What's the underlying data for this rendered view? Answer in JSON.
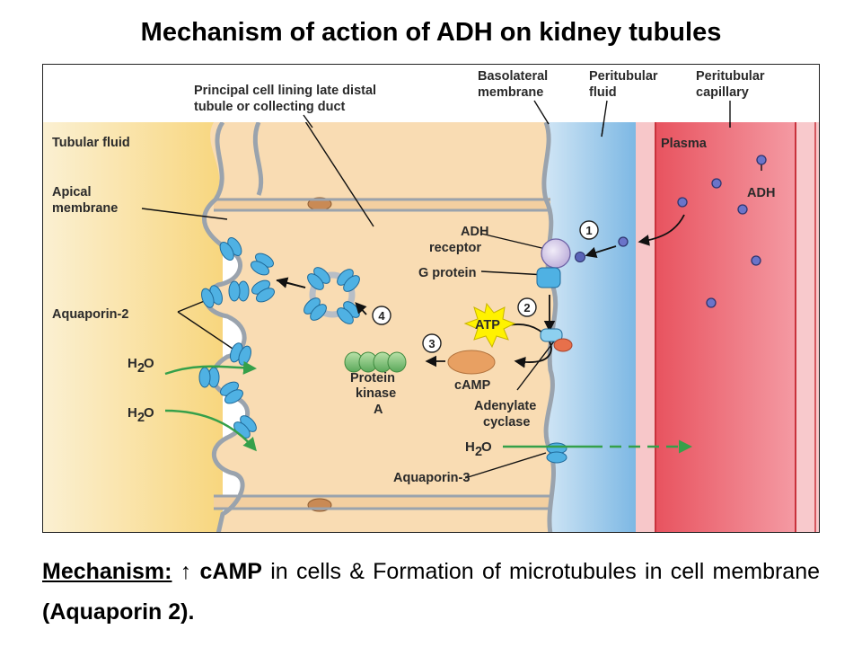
{
  "title": "Mechanism of action of ADH on kidney tubules",
  "diagram": {
    "labels": {
      "principal_cell_1": "Principal cell lining late distal",
      "principal_cell_2": "tubule or collecting duct",
      "basolateral_1": "Basolateral",
      "basolateral_2": "membrane",
      "peritubular_fluid_1": "Peritubular",
      "peritubular_fluid_2": "fluid",
      "peritubular_cap_1": "Peritubular",
      "peritubular_cap_2": "capillary",
      "tubular_fluid": "Tubular fluid",
      "apical_1": "Apical",
      "apical_2": "membrane",
      "aquaporin2": "Aquaporin-2",
      "h2o_a": "H",
      "h2o_b": "O",
      "h2o_sub": "2",
      "plasma": "Plasma",
      "adh": "ADH",
      "adh_receptor_1": "ADH",
      "adh_receptor_2": "receptor",
      "g_protein": "G protein",
      "atp": "ATP",
      "camp": "cAMP",
      "adenylate_1": "Adenylate",
      "adenylate_2": "cyclase",
      "pka_1": "Protein",
      "pka_2": "kinase",
      "pka_3": "A",
      "aquaporin3": "Aquaporin-3"
    },
    "steps": [
      "1",
      "2",
      "3",
      "4"
    ]
  },
  "caption": {
    "label": "Mechanism:",
    "arrow": "↑",
    "camp": "cAMP",
    "text1": " in cells & Formation of microtubules in cell membrane ",
    "aqp": "(Aquaporin 2)."
  }
}
